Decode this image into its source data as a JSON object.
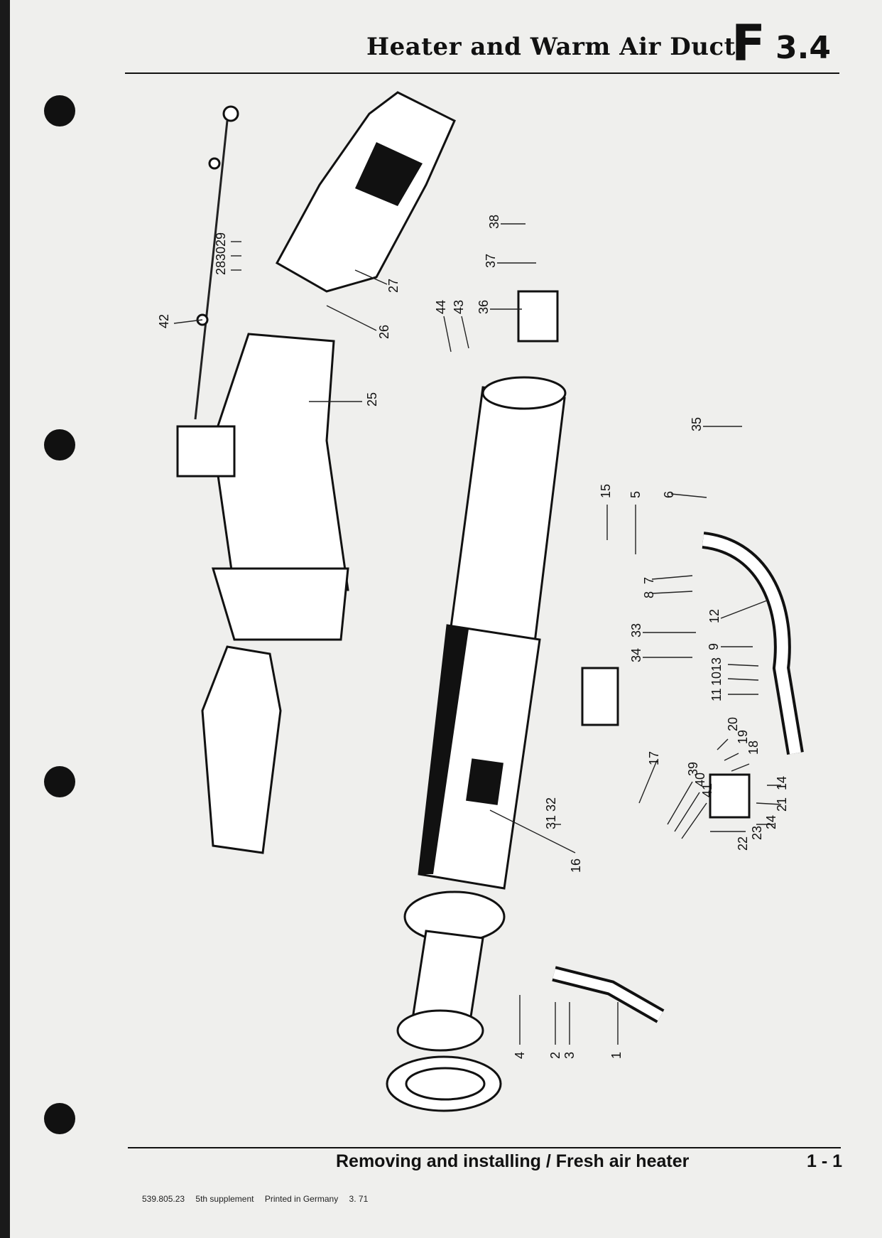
{
  "header": {
    "title": "Heater and Warm Air Duct",
    "section_letter": "F",
    "section_number": "3.4"
  },
  "footer": {
    "title": "Removing and installing / Fresh air heater",
    "page": "1 - 1",
    "part_number": "539.805.23",
    "supplement": "5th supplement",
    "printed": "Printed in Germany",
    "date": "3. 71"
  },
  "callouts": [
    {
      "id": "c1",
      "label": "1"
    },
    {
      "id": "c2",
      "label": "2"
    },
    {
      "id": "c3",
      "label": "3"
    },
    {
      "id": "c4",
      "label": "4"
    },
    {
      "id": "c5",
      "label": "5"
    },
    {
      "id": "c6",
      "label": "6"
    },
    {
      "id": "c7",
      "label": "7"
    },
    {
      "id": "c8",
      "label": "8"
    },
    {
      "id": "c9",
      "label": "9"
    },
    {
      "id": "c10",
      "label": "10"
    },
    {
      "id": "c11",
      "label": "11"
    },
    {
      "id": "c12",
      "label": "12"
    },
    {
      "id": "c13",
      "label": "13"
    },
    {
      "id": "c14",
      "label": "14"
    },
    {
      "id": "c15",
      "label": "15"
    },
    {
      "id": "c16",
      "label": "16"
    },
    {
      "id": "c17",
      "label": "17"
    },
    {
      "id": "c18",
      "label": "18"
    },
    {
      "id": "c19",
      "label": "19"
    },
    {
      "id": "c20",
      "label": "20"
    },
    {
      "id": "c21",
      "label": "21"
    },
    {
      "id": "c22",
      "label": "22"
    },
    {
      "id": "c23",
      "label": "23"
    },
    {
      "id": "c24",
      "label": "24"
    },
    {
      "id": "c25",
      "label": "25"
    },
    {
      "id": "c26",
      "label": "26"
    },
    {
      "id": "c27",
      "label": "27"
    },
    {
      "id": "c28",
      "label": "28"
    },
    {
      "id": "c29",
      "label": "29"
    },
    {
      "id": "c30",
      "label": "30"
    },
    {
      "id": "c31",
      "label": "31"
    },
    {
      "id": "c32",
      "label": "32"
    },
    {
      "id": "c33",
      "label": "33"
    },
    {
      "id": "c34",
      "label": "34"
    },
    {
      "id": "c35",
      "label": "35"
    },
    {
      "id": "c36",
      "label": "36"
    },
    {
      "id": "c37",
      "label": "37"
    },
    {
      "id": "c38",
      "label": "38"
    },
    {
      "id": "c39",
      "label": "39"
    },
    {
      "id": "c40",
      "label": "40"
    },
    {
      "id": "c41",
      "label": "41"
    },
    {
      "id": "c42",
      "label": "42"
    },
    {
      "id": "c43",
      "label": "43"
    },
    {
      "id": "c44",
      "label": "44"
    }
  ]
}
